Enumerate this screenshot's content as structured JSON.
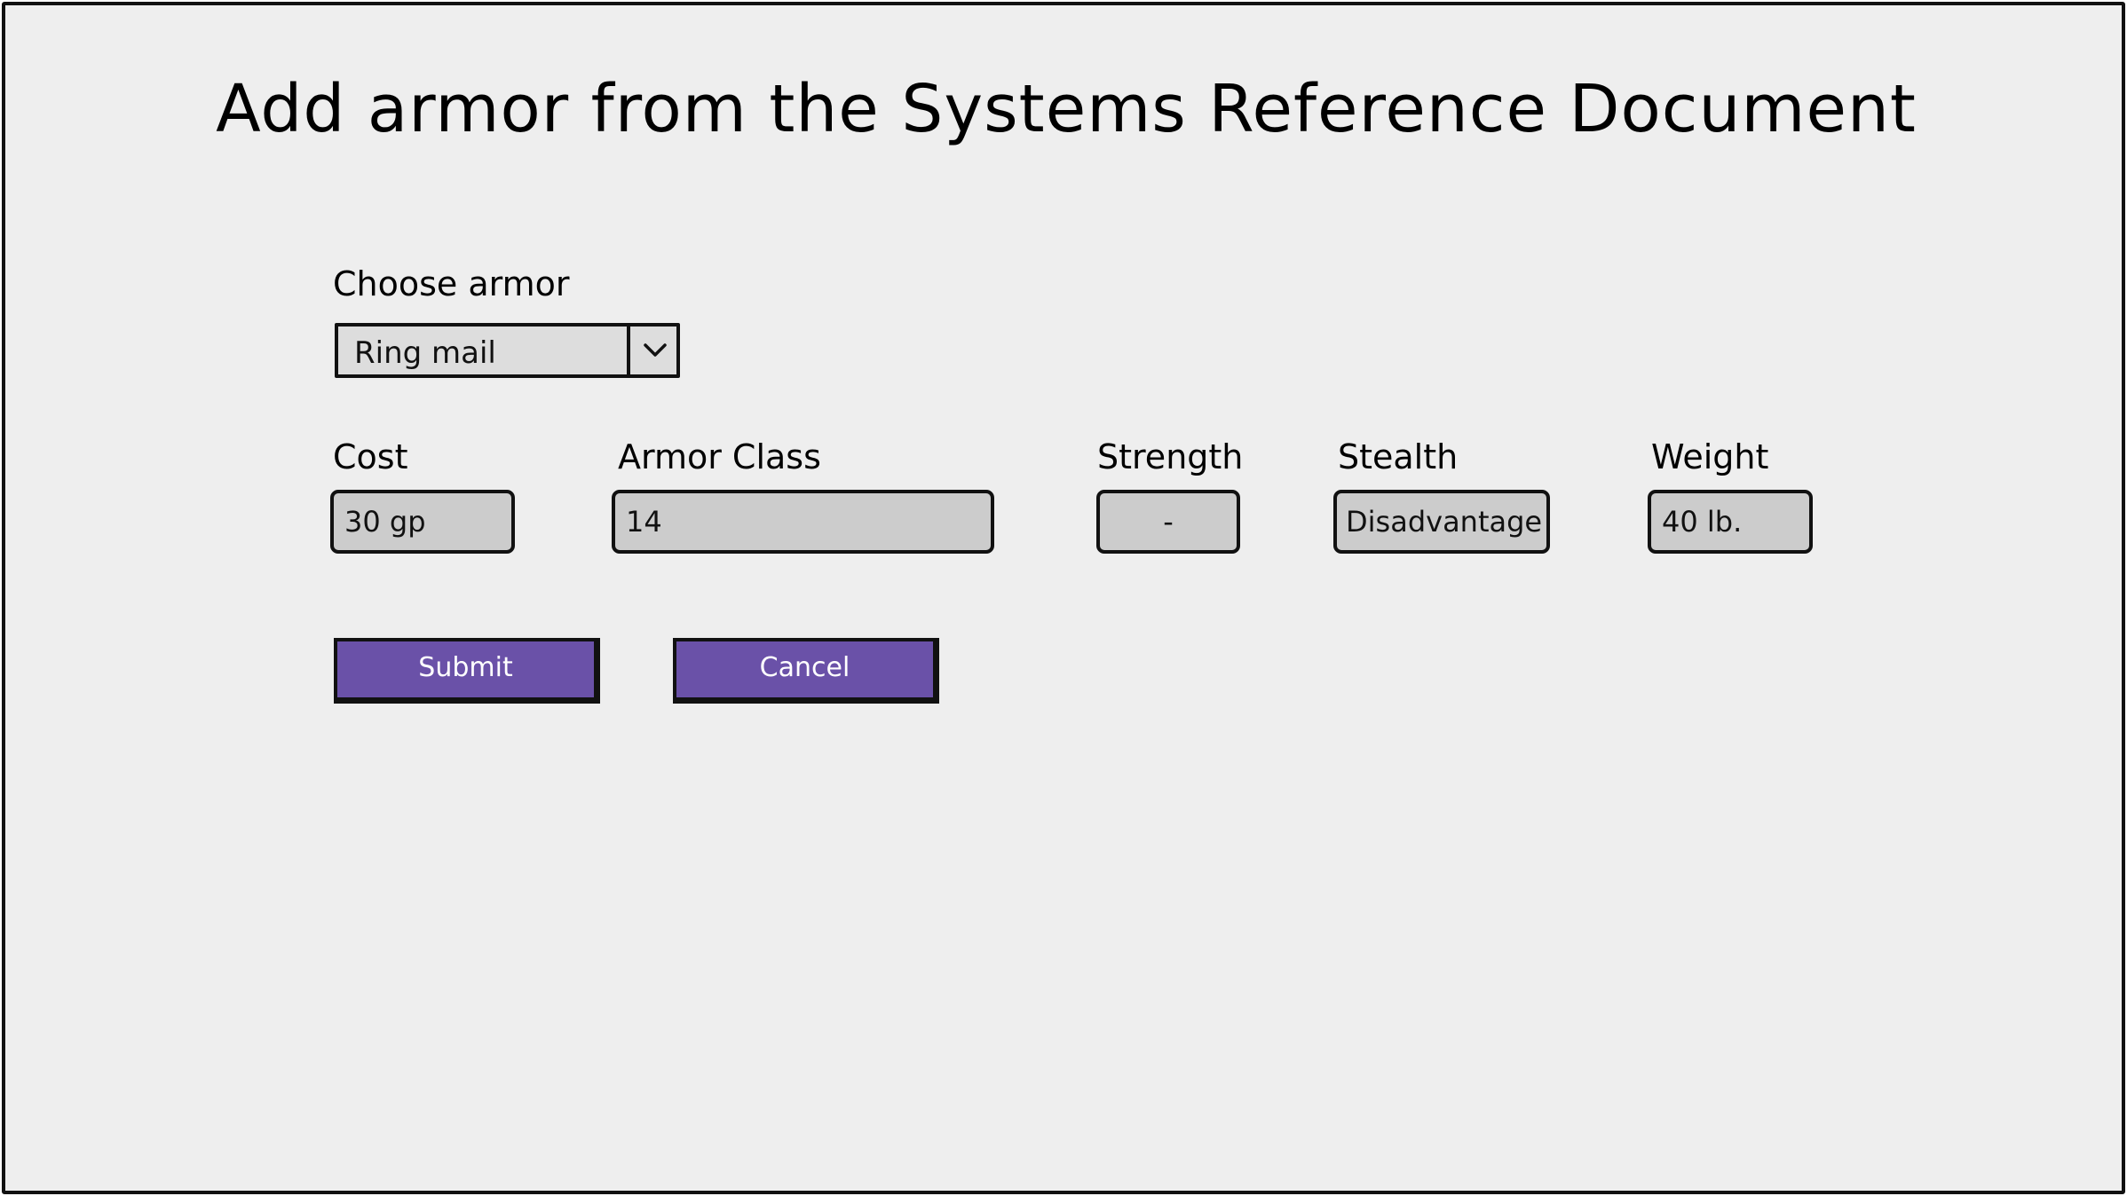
{
  "page": {
    "title": "Add armor from the Systems Reference Document"
  },
  "armor_select": {
    "label": "Choose armor",
    "selected": "Ring mail"
  },
  "fields": {
    "cost": {
      "label": "Cost",
      "value": "30 gp"
    },
    "armor_class": {
      "label": "Armor Class",
      "value": "14"
    },
    "strength": {
      "label": "Strength",
      "value": "-"
    },
    "stealth": {
      "label": "Stealth",
      "value": "Disadvantage"
    },
    "weight": {
      "label": "Weight",
      "value": "40 lb."
    }
  },
  "buttons": {
    "submit": "Submit",
    "cancel": "Cancel"
  },
  "icons": {
    "dropdown": "chevron-down-icon"
  },
  "colors": {
    "background": "#eeeeee",
    "field_fill": "#cccccc",
    "button_fill": "#6a51a8",
    "border": "#111111"
  }
}
